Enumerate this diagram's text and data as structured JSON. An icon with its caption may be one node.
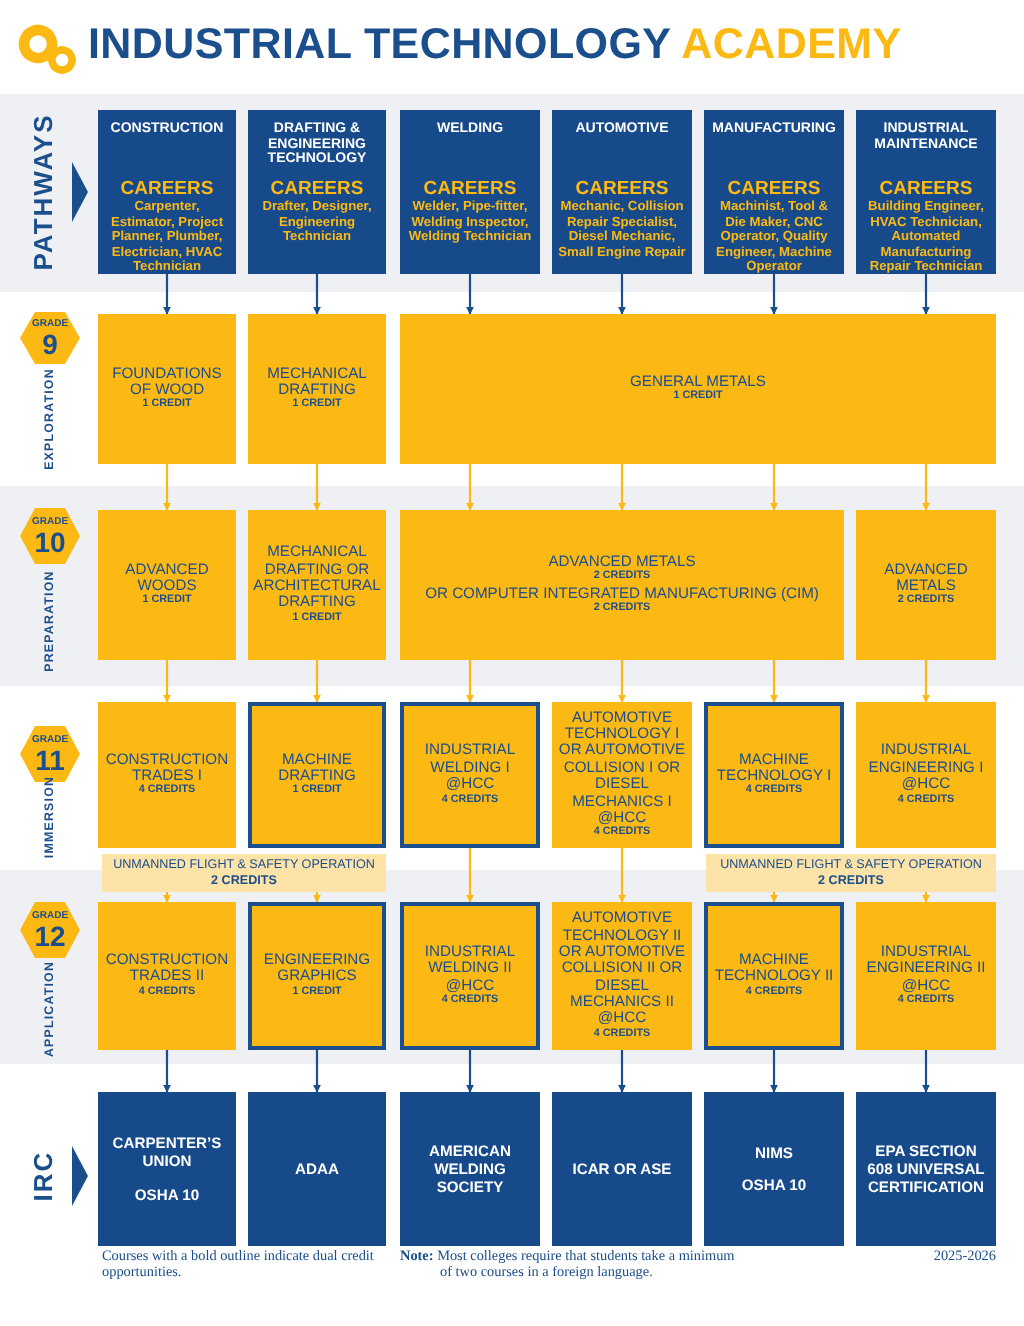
{
  "diagram": {
    "title": "INDUSTRIAL TECHNOLOGY ACADEMY",
    "nodes": [
      {
        "text": [
          "CONSTRUCTION",
          "CAREERS",
          "Carpenter, Estimator, Project Planner, Plumber, Electrician, HVAC Technician"
        ]
      },
      {
        "text": [
          "DRAFTING & ENGINEERING TECHNOLOGY",
          "CAREERS",
          "Drafter, Designer, Engineering Technician"
        ]
      },
      {
        "text": [
          "WELDING",
          "CAREERS",
          "Welder, Pipe-fitter, Welding Inspector, Welding Technician"
        ]
      },
      {
        "text": [
          "AUTOMOTIVE",
          "CAREERS",
          "Mechanic, Collision Repair Specialist, Diesel Mechanic, Small Engine Repair"
        ]
      },
      {
        "text": [
          "MANUFACTURING",
          "CAREERS",
          "Machinist, Tool & Die Maker, CNC Operator, Quality Engineer, Machine Operator"
        ]
      },
      {
        "text": [
          "INDUSTRIAL MAINTENANCE",
          "CAREERS",
          "Building Engineer, HVAC Technician, Automated Manufacturing Repair Technician"
        ]
      },
      {
        "text": [
          "GRADE",
          "9"
        ]
      },
      {
        "text": [
          "FOUNDATIONS OF WOOD",
          "1 CREDIT"
        ]
      },
      {
        "text": [
          "MECHANICAL DRAFTING",
          "1 CREDIT"
        ]
      },
      {
        "text": [
          "GENERAL METALS",
          "1 CREDIT"
        ]
      },
      {
        "text": [
          "GRADE",
          "10"
        ]
      },
      {
        "text": [
          "ADVANCED WOODS",
          "1 CREDIT"
        ]
      },
      {
        "text": [
          "MECHANICAL DRAFTING OR ARCHITECTURAL DRAFTING",
          "1 CREDIT"
        ]
      },
      {
        "text": [
          "ADVANCED METALS",
          "2 CREDITS",
          "OR COMPUTER INTEGRATED MANUFACTURING (CIM)",
          "2 CREDITS"
        ]
      },
      {
        "text": [
          "ADVANCED METALS",
          "2 CREDITS"
        ]
      },
      {
        "text": [
          "GRADE",
          "11"
        ]
      },
      {
        "text": [
          "CONSTRUCTION TRADES I",
          "4 CREDITS"
        ]
      },
      {
        "text": [
          "MACHINE DRAFTING",
          "1 CREDIT"
        ]
      },
      {
        "text": [
          "INDUSTRIAL WELDING I @HCC",
          "4 CREDITS"
        ]
      },
      {
        "text": [
          "AUTOMOTIVE TECHNOLOGY I OR AUTOMOTIVE COLLISION I OR DIESEL MECHANICS I @HCC",
          "4 CREDITS"
        ]
      },
      {
        "text": [
          "MACHINE TECHNOLOGY I",
          "4 CREDITS"
        ]
      },
      {
        "text": [
          "INDUSTRIAL ENGINEERING I @HCC",
          "4 CREDITS"
        ]
      },
      {
        "text": [
          "UNMANNED FLIGHT & SAFETY OPERATION",
          "2 CREDITS"
        ]
      },
      {
        "text": [
          "UNMANNED FLIGHT & SAFETY OPERATION",
          "2 CREDITS"
        ]
      },
      {
        "text": [
          "GRADE",
          "12"
        ]
      },
      {
        "text": [
          "CONSTRUCTION TRADES II",
          "4 CREDITS"
        ]
      },
      {
        "text": [
          "ENGINEERING GRAPHICS",
          "1 CREDIT"
        ]
      },
      {
        "text": [
          "INDUSTRIAL WELDING II @HCC",
          "4 CREDITS"
        ]
      },
      {
        "text": [
          "AUTOMOTIVE TECHNOLOGY II OR AUTOMOTIVE COLLISION II OR DIESEL MECHANICS II @HCC",
          "4 CREDITS"
        ]
      },
      {
        "text": [
          "MACHINE TECHNOLOGY II",
          "4 CREDITS"
        ]
      },
      {
        "text": [
          "INDUSTRIAL ENGINEERING II @HCC",
          "4 CREDITS"
        ]
      },
      {
        "text": [
          "CARPENTER’S UNION",
          "OSHA 10"
        ]
      },
      {
        "text": [
          "ADAA"
        ]
      },
      {
        "text": [
          "AMERICAN WELDING SOCIETY"
        ]
      },
      {
        "text": [
          "ICAR OR ASE"
        ]
      },
      {
        "text": [
          "NIMS",
          "OSHA 10"
        ]
      },
      {
        "text": [
          "EPA SECTION 608 UNIVERSAL CERTIFICATION"
        ]
      }
    ],
    "edges": [
      {
        "from": 0,
        "to": 7,
        "arrow": "to",
        "color": "#1b4e8c"
      },
      {
        "from": 1,
        "to": 8,
        "arrow": "to",
        "color": "#1b4e8c"
      },
      {
        "from": 2,
        "to": 9,
        "arrow": "to",
        "color": "#1b4e8c"
      },
      {
        "from": 3,
        "to": 9,
        "arrow": "to",
        "color": "#1b4e8c"
      },
      {
        "from": 4,
        "to": 9,
        "arrow": "to",
        "color": "#1b4e8c"
      },
      {
        "from": 5,
        "to": 9,
        "arrow": "to",
        "color": "#1b4e8c"
      },
      {
        "from": 7,
        "to": 11,
        "arrow": "to"
      },
      {
        "from": 8,
        "to": 12,
        "arrow": "to"
      },
      {
        "from": 9,
        "to": 13,
        "arrow": "to"
      },
      {
        "from": 9,
        "to": 13,
        "arrow": "to"
      },
      {
        "from": 9,
        "to": 13,
        "arrow": "to"
      },
      {
        "from": 9,
        "to": 14,
        "arrow": "to"
      },
      {
        "from": 11,
        "to": 16,
        "arrow": "to"
      },
      {
        "from": 12,
        "to": 17,
        "arrow": "to"
      },
      {
        "from": 13,
        "to": 18,
        "arrow": "to"
      },
      {
        "from": 13,
        "to": 19,
        "arrow": "to"
      },
      {
        "from": 13,
        "to": 20,
        "arrow": "to"
      },
      {
        "from": 14,
        "to": 21,
        "arrow": "to"
      },
      {
        "from": 22,
        "to": 25,
        "arrow": "to"
      },
      {
        "from": 22,
        "to": 26,
        "arrow": "to"
      },
      {
        "from": 18,
        "to": 27,
        "arrow": "to"
      },
      {
        "from": 19,
        "to": 28,
        "arrow": "to"
      },
      {
        "from": 23,
        "to": 29,
        "arrow": "to"
      },
      {
        "from": 23,
        "to": 30,
        "arrow": "to"
      },
      {
        "from": 25,
        "to": 31,
        "arrow": "to",
        "color": "#1b4e8c"
      },
      {
        "from": 26,
        "to": 32,
        "arrow": "to",
        "color": "#1b4e8c"
      },
      {
        "from": 27,
        "to": 33,
        "arrow": "to",
        "color": "#1b4e8c"
      },
      {
        "from": 28,
        "to": 34,
        "arrow": "to",
        "color": "#1b4e8c"
      },
      {
        "from": 29,
        "to": 35,
        "arrow": "to",
        "color": "#1b4e8c"
      },
      {
        "from": 30,
        "to": 36,
        "arrow": "to",
        "color": "#1b4e8c"
      }
    ],
    "labels": [
      "PATHWAYS",
      "EXPLORATION",
      "PREPARATION",
      "IMMERSION",
      "APPLICATION",
      "IRC",
      "Courses with a bold outline indicate dual credit opportunities.",
      "**Note:** Most colleges require that students take a minimum of two courses in a foreign language.",
      "2025-2026"
    ]
  }
}
